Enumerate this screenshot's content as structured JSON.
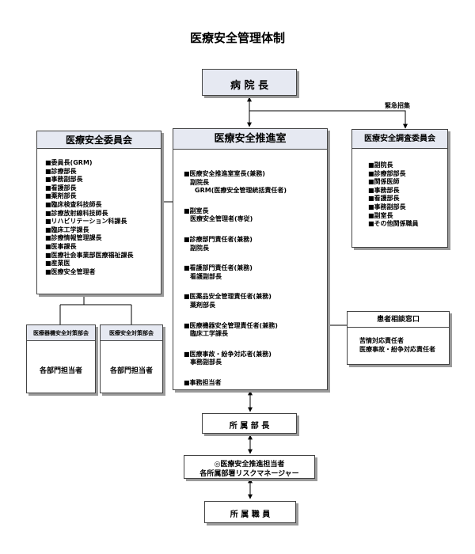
{
  "title": "医療安全管理体制",
  "director": "病 院 長",
  "emergency_label": "緊急招集",
  "committee": {
    "title": "医療安全委員会",
    "members": [
      "■委員長(GRM)",
      "■診療部長",
      "■事務副部長",
      "■看護部長",
      "■薬剤部長",
      "■臨床検査科技師長",
      "■診療放射線科技師長",
      "■リハビリテーション科課長",
      "■臨床工学課長",
      "■診療情報管理課長",
      "■医事課長",
      "■医療社会事業部医療福祉課長",
      "■産業医",
      "■医療安全管理者"
    ]
  },
  "promotion": {
    "title": "医療安全推進室",
    "groups": [
      {
        "head": "■医療安全推進室室長(兼務)",
        "sub": [
          "副院長",
          "GRM(医療安全管理統括責任者)"
        ]
      },
      {
        "head": "■副室長",
        "sub": [
          "医療安全管理者(専従)"
        ]
      },
      {
        "head": "■診療部門責任者(兼務)",
        "sub": [
          "副院長"
        ]
      },
      {
        "head": "■看護部門責任者(兼務)",
        "sub": [
          "看護副部長"
        ]
      },
      {
        "head": "■医薬品安全管理責任者(兼務)",
        "sub": [
          "薬剤部長"
        ]
      },
      {
        "head": "■医療機器安全管理責任者(兼務)",
        "sub": [
          "臨床工学課長"
        ]
      },
      {
        "head": "■医療事故・紛争対応者(兼務)",
        "sub": [
          "事務副部長"
        ]
      },
      {
        "head": "■事務担当者",
        "sub": []
      }
    ]
  },
  "investigation": {
    "title": "医療安全調査委員会",
    "members": [
      "■副院長",
      "■診療部部長",
      "■関係医師",
      "■事務部長",
      "■看護部長",
      "■事務副部長",
      "■副室長",
      "■その他関係職員"
    ]
  },
  "device_committee": {
    "title": "医療器機安全対策部会",
    "body": "各部門担当者"
  },
  "safety_committee": {
    "title": "医療安全対策部会",
    "body": "各部門担当者"
  },
  "patient_desk": {
    "title": "患者相談窓口",
    "lines": [
      "苦情対応責任者",
      "医療事故・紛争対応責任者"
    ]
  },
  "dept_head": "所 属 部 長",
  "risk_manager": {
    "lines": [
      "◎医療安全推進担当者",
      "各所属部署リスクマネージャー"
    ]
  },
  "staff": "所 属 職 員"
}
